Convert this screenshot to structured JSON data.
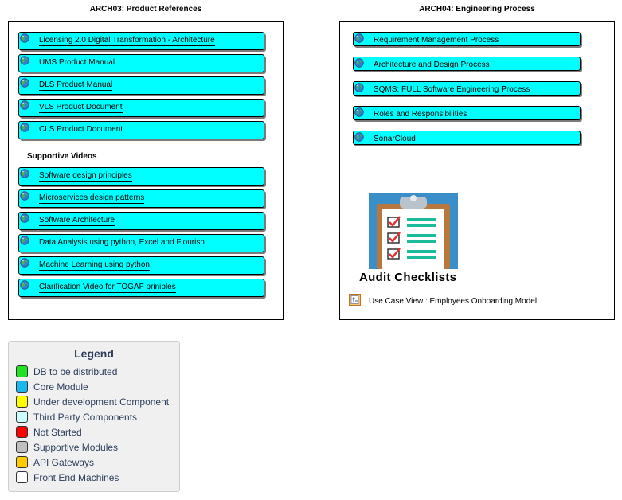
{
  "left_package": {
    "title": "ARCH03: Product References",
    "links": [
      {
        "label": "Licensing 2.0 Digital Transformation - Architecture"
      },
      {
        "label": "UMS Product Manual"
      },
      {
        "label": "DLS Product Manual"
      },
      {
        "label": "VLS Product Document"
      },
      {
        "label": "CLS Product Document"
      }
    ],
    "section_label": "Supportive Videos",
    "video_links": [
      {
        "label": "Software design principles"
      },
      {
        "label": "Microservices design patterns"
      },
      {
        "label": "Software Architecture"
      },
      {
        "label": "Data Analysis using python, Excel and Flourish"
      },
      {
        "label": "Machine Learning using python"
      },
      {
        "label": "Clarification Video for TOGAF priniples"
      }
    ]
  },
  "right_package": {
    "title": "ARCH04: Engineering Process",
    "links": [
      {
        "label": "Requirement Management Process"
      },
      {
        "label": "Architecture and Design Process"
      },
      {
        "label": "SQMS: FULL Software Engineering Process"
      },
      {
        "label": "Roles and Responsibilities"
      },
      {
        "label": "SonarCloud"
      }
    ],
    "image_caption": "Audit Checklists",
    "usecase_link": "Use Case View : Employees Onboarding Model"
  },
  "legend": {
    "title": "Legend",
    "items": [
      {
        "label": "DB to be distributed",
        "color": "#22e322"
      },
      {
        "label": "Core Module",
        "color": "#1ab8ec"
      },
      {
        "label": "Under development Component",
        "color": "#ffff00"
      },
      {
        "label": "Third Party Components",
        "color": "#ccffff"
      },
      {
        "label": "Not Started",
        "color": "#ff0000"
      },
      {
        "label": "Supportive Modules",
        "color": "#c0c0c0"
      },
      {
        "label": "API Gateways",
        "color": "#ffcc00"
      },
      {
        "label": "Front End Machines",
        "color": "#ffffff"
      }
    ]
  },
  "colors": {
    "link_fill": "#00ffff",
    "legend_text": "#2c3e5c"
  }
}
